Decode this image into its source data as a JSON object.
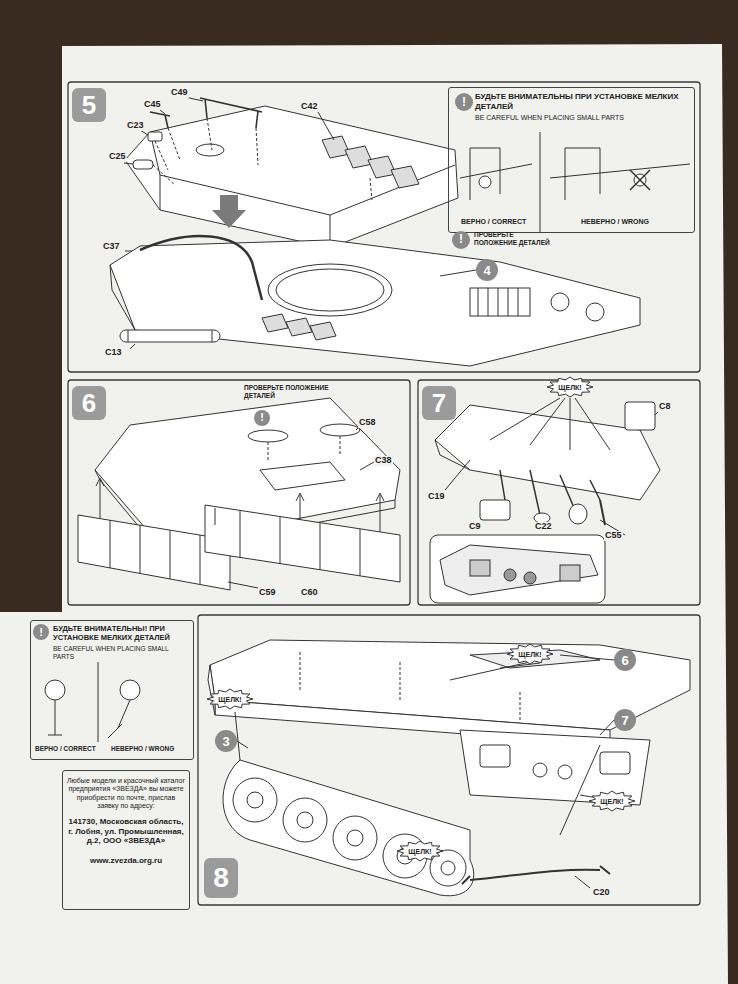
{
  "diagram": {
    "nodes": [
      {
        "text": [
          "5"
        ]
      },
      {
        "text": [
          "БУДЬТЕ ВНИМАТЕЛЬНЫ ПРИ УСТАНОВКЕ МЕЛКИХ ДЕТАЛЕЙ",
          "BE CAREFUL WHEN PLACING SMALL PARTS",
          "ВЕРНО / CORRECT",
          "НЕВЕРНО / WRONG"
        ]
      },
      {
        "text": [
          "!"
        ],
        "in": 1
      },
      {
        "text": [
          "!",
          "ПРОВЕРЬТЕ ПОЛОЖЕНИЕ ДЕТАЛЕЙ"
        ]
      },
      {
        "text": [
          "4"
        ]
      },
      {
        "text": [
          "6"
        ]
      },
      {
        "text": [
          "ПРОВЕРЬТЕ ПОЛОЖЕНИЕ ДЕТАЛЕЙ",
          "!"
        ]
      },
      {
        "text": [
          "7"
        ]
      },
      {
        "text": [
          "ЩЕЛК!"
        ]
      },
      {
        "text": [
          "БУДЬТЕ ВНИМАТЕЛЬНЫ! ПРИ УСТАНОВКЕ МЕЛКИХ ДЕТАЛЕЙ",
          "BE CAREFUL WHEN PLACING SMALL PARTS",
          "ВЕРНО / CORRECT",
          "НЕВЕРНО / WRONG"
        ]
      },
      {
        "text": [
          "!"
        ],
        "in": 9
      },
      {
        "text": [
          "Любые модели и красочный каталог предприятия «ЗВЕЗДА» вы можете приобрести по почте, прислав заявку по адресу:",
          "141730, Московская область, г. Лобня, ул. Промышленная, д.2, ООО «ЗВЕЗДА»",
          "www.zvezda.org.ru"
        ]
      },
      {
        "text": [
          "8"
        ]
      },
      {
        "text": [
          "6"
        ]
      },
      {
        "text": [
          "ЩЕЛК!"
        ]
      },
      {
        "text": [
          "ЩЕЛК!"
        ]
      },
      {
        "text": [
          "7"
        ]
      },
      {
        "text": [
          "3"
        ]
      },
      {
        "text": [
          "ЩЕЛК!"
        ]
      },
      {
        "text": [
          "ЩЕЛК!"
        ]
      }
    ],
    "labels": [
      "C49",
      "C45",
      "C23",
      "C25",
      "C42",
      "C37",
      "C13",
      "C58",
      "C38",
      "C59",
      "C60",
      "C8",
      "C19",
      "C9",
      "C22",
      "C55",
      "C20"
    ]
  }
}
